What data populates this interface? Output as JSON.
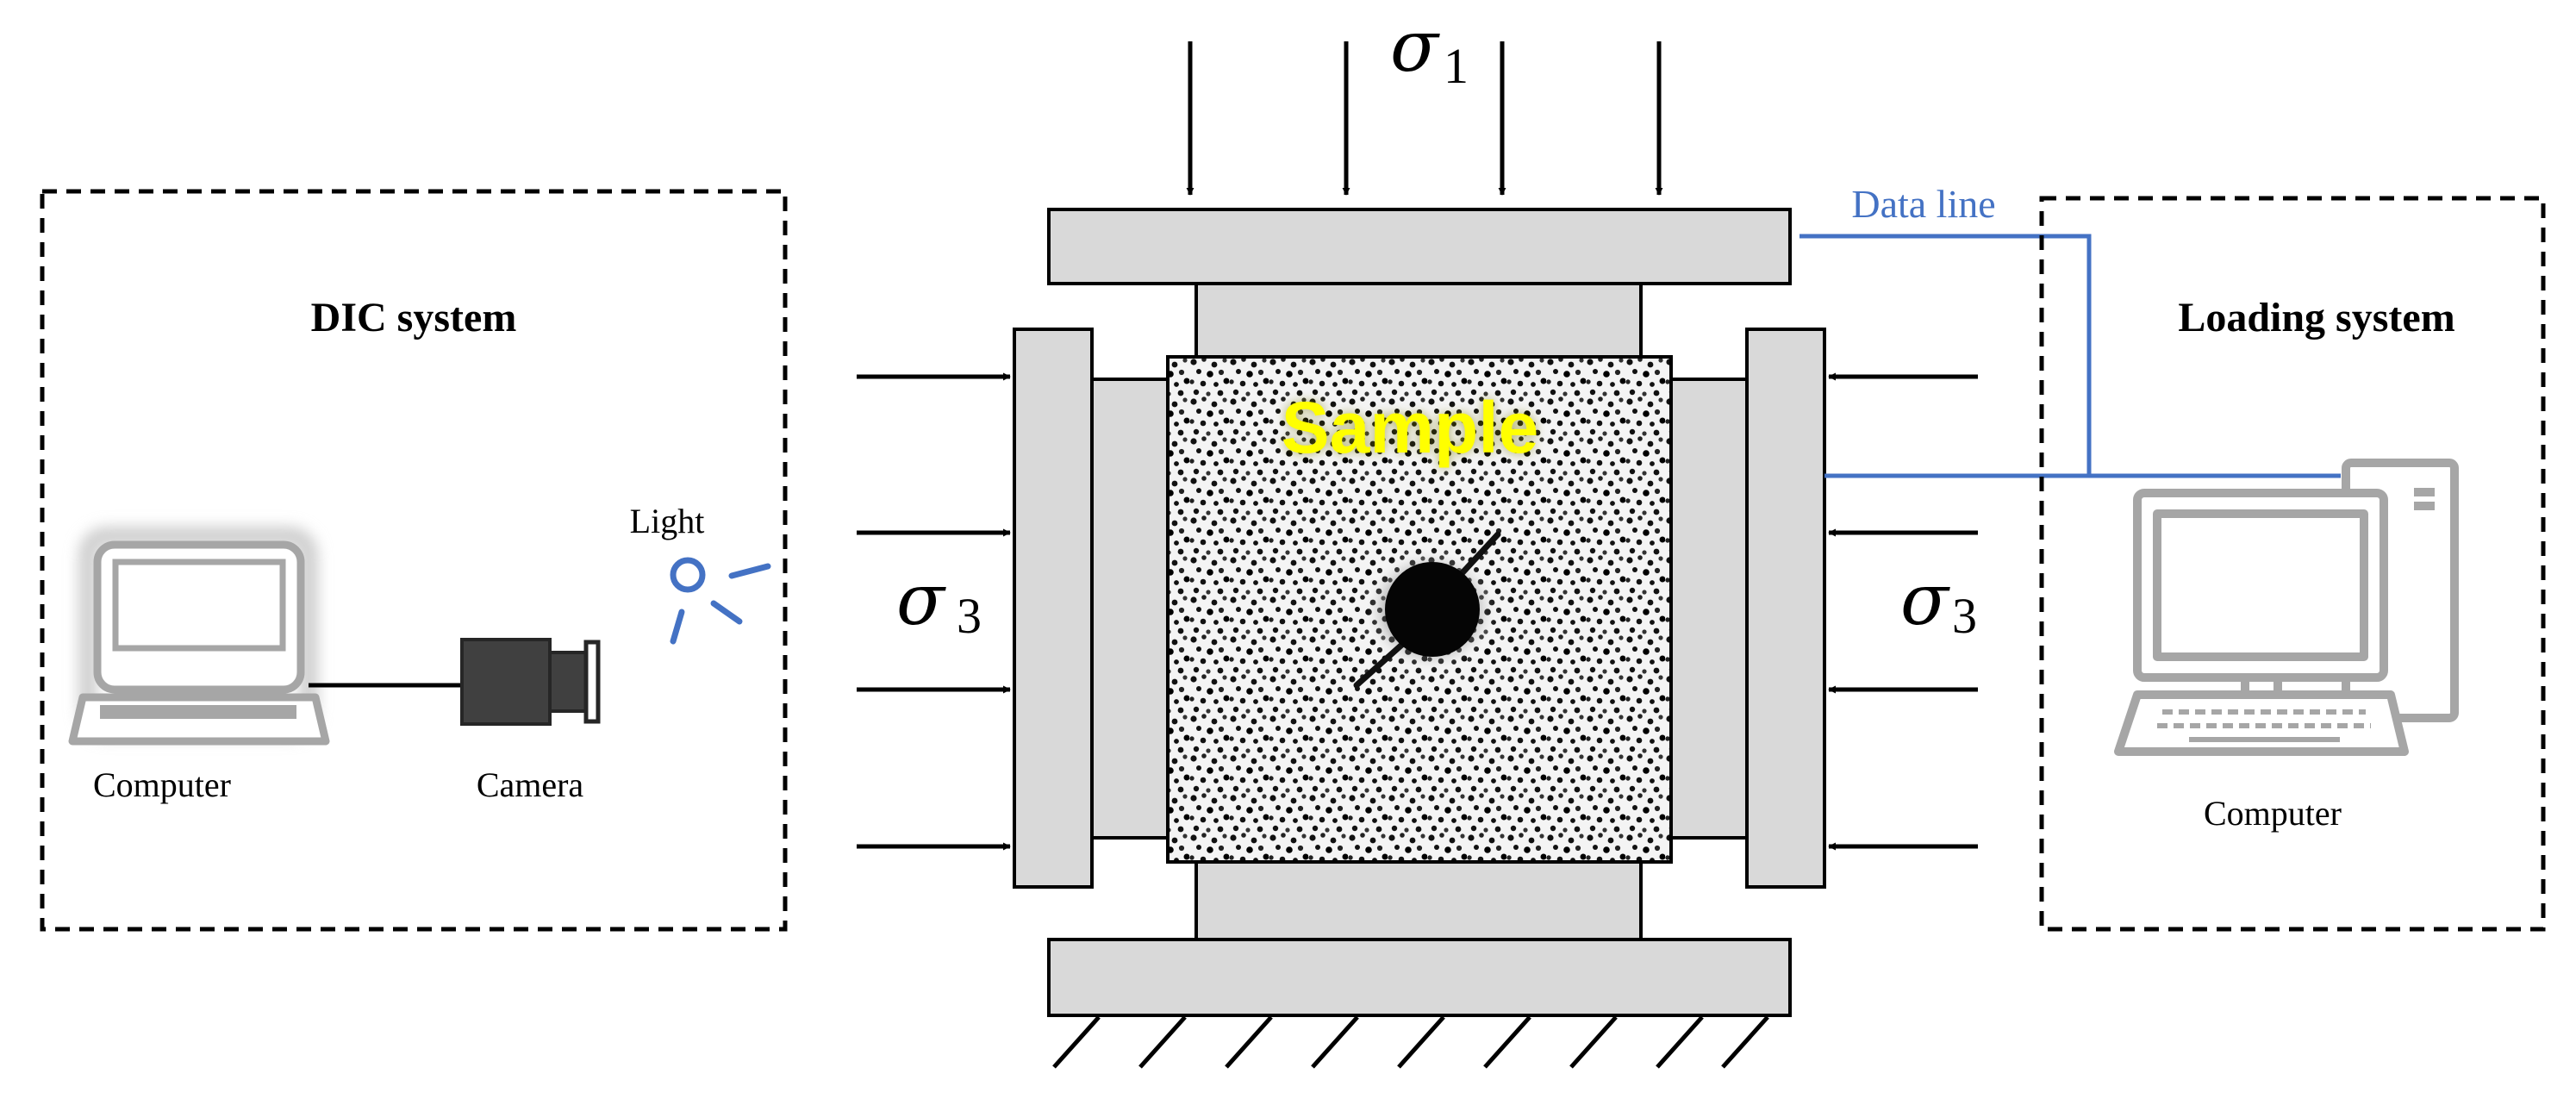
{
  "dic": {
    "title": "DIC system",
    "light_label": "Light",
    "computer_label": "Computer",
    "camera_label": "Camera"
  },
  "loading": {
    "title": "Loading system",
    "computer_label": "Computer"
  },
  "data_line": {
    "label": "Data line"
  },
  "sample": {
    "label": "Sample"
  },
  "stress": {
    "axial_symbol": "σ",
    "axial_subscript": "1",
    "lateral_symbol": "σ",
    "lateral_subscript": "3"
  },
  "colors": {
    "data_line": "#4472c4",
    "sample_label": "#ffff00",
    "platen_fill": "#d9d9d9",
    "device_gray": "#a6a6a6",
    "camera_body": "#404040"
  },
  "icons": [
    "laptop-icon",
    "camera-icon",
    "light-icon",
    "desktop-computer-icon"
  ]
}
